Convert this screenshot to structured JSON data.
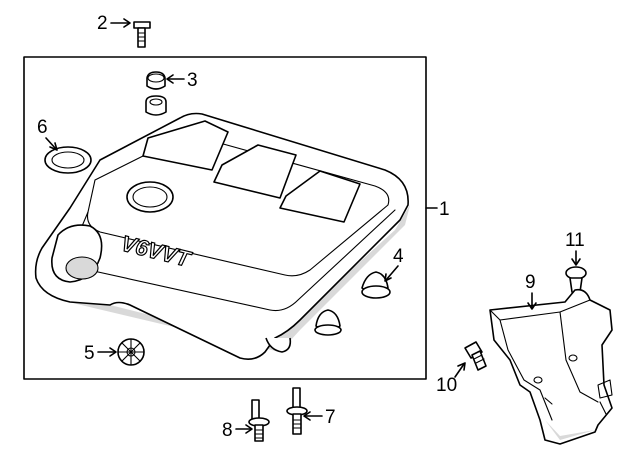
{
  "diagram": {
    "callouts": [
      {
        "number": "1",
        "part": "engine-cover"
      },
      {
        "number": "2",
        "part": "bolt"
      },
      {
        "number": "3",
        "part": "grommet"
      },
      {
        "number": "4",
        "part": "grommet"
      },
      {
        "number": "5",
        "part": "grommet"
      },
      {
        "number": "6",
        "part": "seal"
      },
      {
        "number": "7",
        "part": "stud"
      },
      {
        "number": "8",
        "part": "stud"
      },
      {
        "number": "9",
        "part": "bracket"
      },
      {
        "number": "10",
        "part": "bolt"
      },
      {
        "number": "11",
        "part": "retainer"
      }
    ],
    "engine_cover_marking": "V6VVT"
  }
}
